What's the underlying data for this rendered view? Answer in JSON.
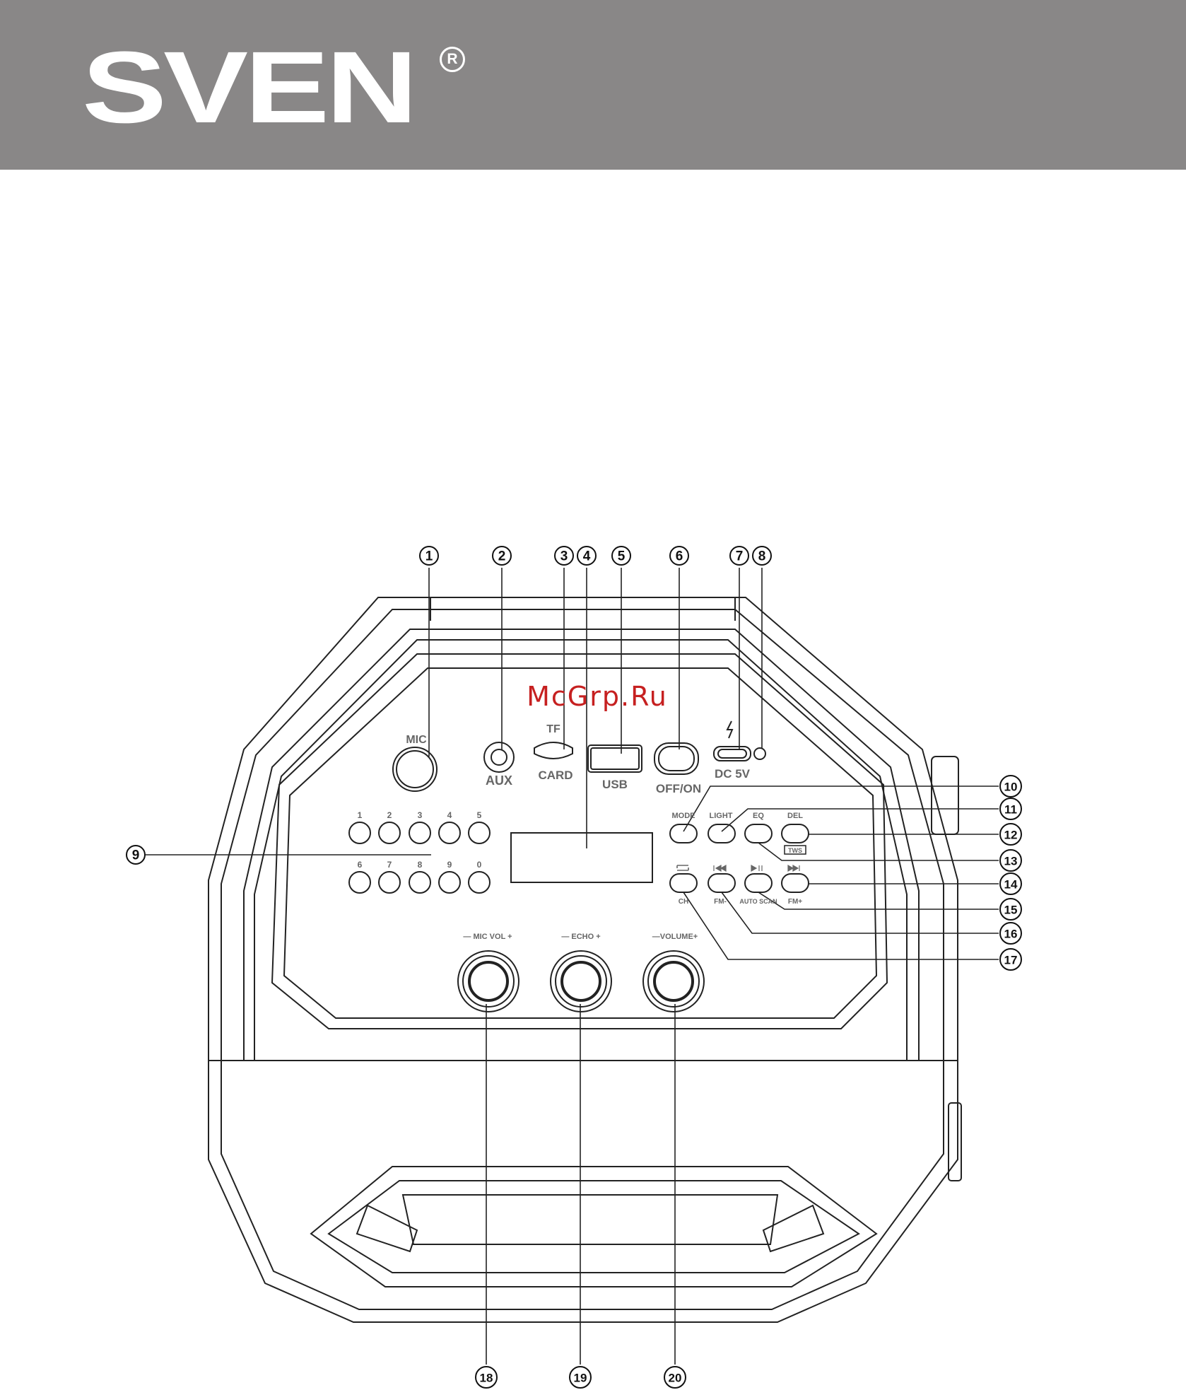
{
  "header": {
    "brand": "SVEN",
    "registered_mark": "R",
    "background_color": "#898787"
  },
  "watermark": "McGrp.Ru",
  "panel": {
    "mic_label": "MIC",
    "aux_label": "AUX",
    "tf_label": "TF",
    "card_label": "CARD",
    "usb_label": "USB",
    "power_label": "OFF/ON",
    "dc_label": "DC 5V",
    "number_keys_top": [
      "1",
      "2",
      "3",
      "4",
      "5"
    ],
    "number_keys_bottom": [
      "6",
      "7",
      "8",
      "9",
      "0"
    ],
    "mode_label": "MODE",
    "light_label": "LIGHT",
    "eq_label": "EQ",
    "del_label": "DEL",
    "tws_label": "TWS",
    "ch_label": "CH",
    "fm_minus_label": "FM-",
    "auto_scan_label": "AUTO SCAN",
    "fm_plus_label": "FM+",
    "mic_vol_label": "— MIC VOL +",
    "echo_label": "— ECHO +",
    "volume_label": "—VOLUME+"
  },
  "callouts": [
    "1",
    "2",
    "3",
    "4",
    "5",
    "6",
    "7",
    "8",
    "9",
    "10",
    "11",
    "12",
    "13",
    "14",
    "15",
    "16",
    "17",
    "18",
    "19",
    "20"
  ]
}
